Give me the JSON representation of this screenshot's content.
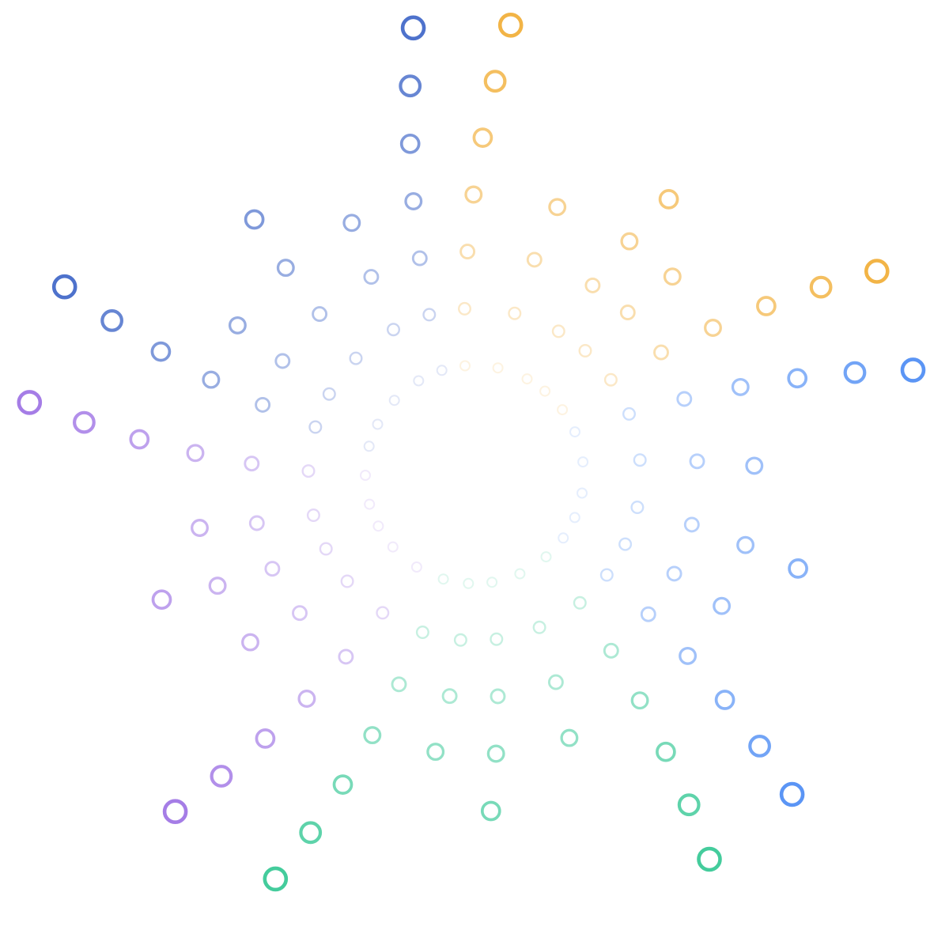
{
  "palette": {
    "amber": "#f2b446",
    "blue": "#5b95f5",
    "green": "#44cc9c",
    "purple": "#a57de6",
    "indigo": "#4e72cc"
  },
  "rays": [
    {
      "color": "amber"
    },
    {
      "color": "amber"
    },
    {
      "color": "amber"
    },
    {
      "color": "amber"
    },
    {
      "color": "amber"
    },
    {
      "color": "blue"
    },
    {
      "color": "blue"
    },
    {
      "color": "blue"
    },
    {
      "color": "blue"
    },
    {
      "color": "blue"
    },
    {
      "color": "green"
    },
    {
      "color": "green"
    },
    {
      "color": "green"
    },
    {
      "color": "green"
    },
    {
      "color": "green"
    },
    {
      "color": "purple"
    },
    {
      "color": "purple"
    },
    {
      "color": "purple"
    },
    {
      "color": "purple"
    },
    {
      "color": "purple"
    },
    {
      "color": "indigo"
    },
    {
      "color": "indigo"
    },
    {
      "color": "indigo"
    },
    {
      "color": "indigo"
    },
    {
      "color": "indigo"
    }
  ]
}
